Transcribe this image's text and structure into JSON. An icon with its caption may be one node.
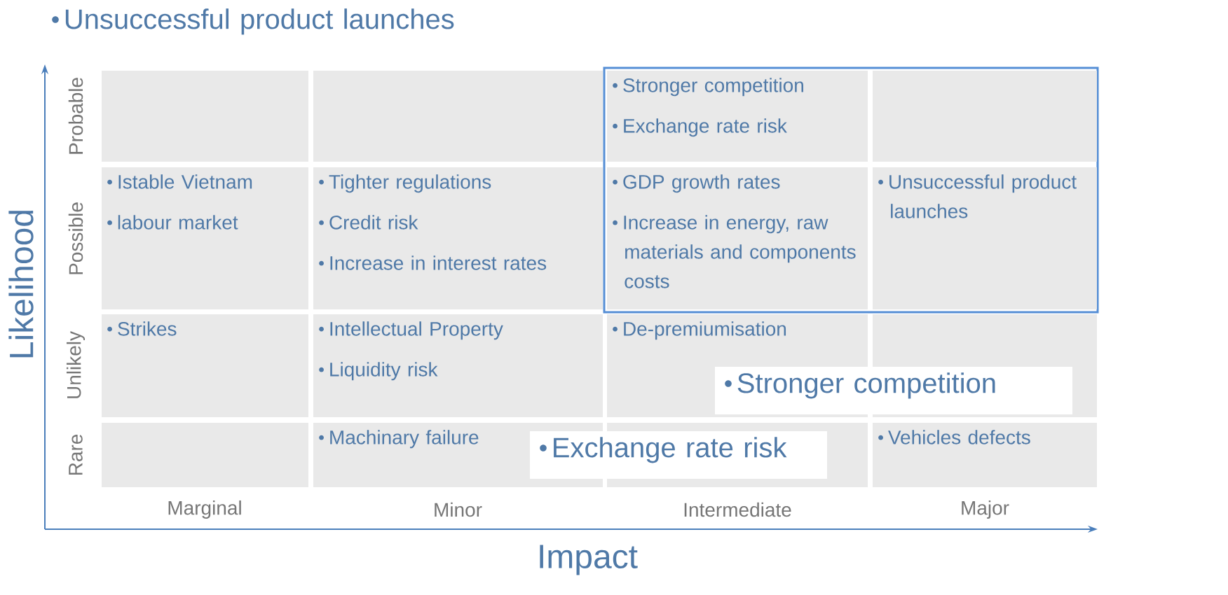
{
  "diagram": {
    "nodes": [
      {
        "text": [],
        "shape": "box"
      },
      {
        "text": [],
        "shape": "box"
      },
      {
        "text": [],
        "shape": "box"
      },
      {
        "text": [
          "Stronger competition",
          "Exchange rate risk"
        ],
        "in": 0
      },
      {
        "text": [],
        "shape": "box",
        "in": 0
      },
      {
        "text": [
          "Istable Vietnam",
          "labour market"
        ]
      },
      {
        "text": [
          "Tighter regulations",
          "Credit risk",
          "Increase in interest rates"
        ]
      },
      {
        "text": [
          "GDP growth rates",
          "Increase in energy, raw materials and components costs"
        ],
        "in": 0
      },
      {
        "text": [
          "Unsuccessful product launches"
        ],
        "in": 0
      },
      {
        "text": [
          "Strikes"
        ]
      },
      {
        "text": [
          "Intellectual Property",
          "Liquidity risk"
        ]
      },
      {
        "text": [
          "De-premiumisation"
        ]
      },
      {
        "text": [],
        "shape": "box"
      },
      {
        "text": [],
        "shape": "box"
      },
      {
        "text": [
          "Machinary failure"
        ]
      },
      {
        "text": [],
        "shape": "box"
      },
      {
        "text": [
          "Vehicles defects"
        ]
      },
      {
        "text": [
          "Unsuccessful product launches"
        ]
      },
      {
        "text": [
          "Stronger competition"
        ]
      },
      {
        "text": [
          "Exchange rate risk"
        ]
      }
    ],
    "labels": [
      "Likelihood",
      "Probable",
      "Possible",
      "Unlikely",
      "Rare",
      "Marginal",
      "Minor",
      "Intermediate",
      "Major",
      "Impact"
    ]
  }
}
